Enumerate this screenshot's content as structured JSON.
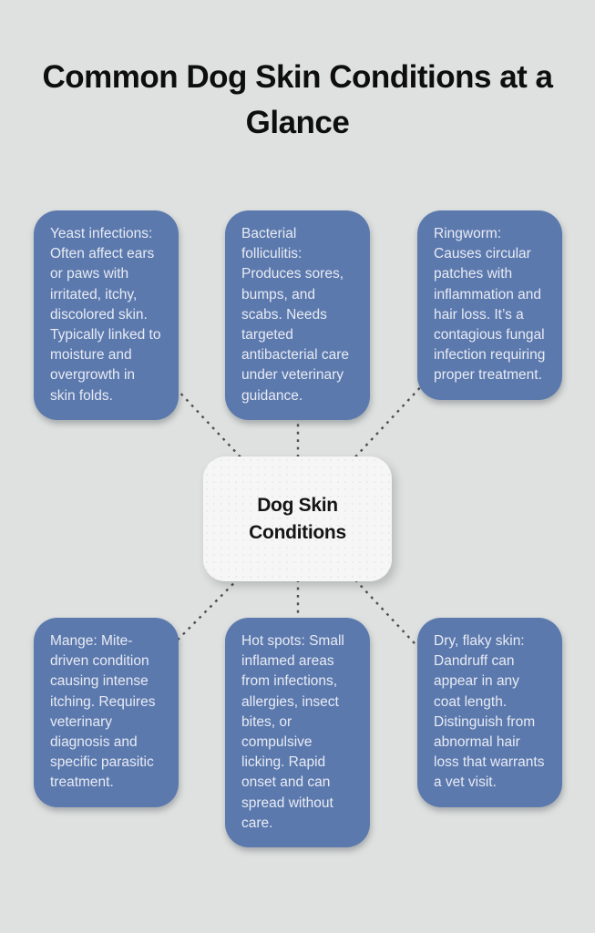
{
  "page": {
    "title": "Common Dog Skin Conditions at a Glance",
    "background_color": "#dee1df"
  },
  "diagram": {
    "center": {
      "label": "Dog Skin Conditions",
      "fill_color": "#f5f6f5",
      "text_color": "#151515"
    },
    "nodes": [
      {
        "id": "yeast-infections",
        "position": "top-left",
        "text": "Yeast infections: Often affect ears or paws with irritated, itchy, discolored skin. Typically linked to moisture and overgrowth in skin folds."
      },
      {
        "id": "bacterial-folliculitis",
        "position": "top-middle",
        "text": "Bacterial folliculitis: Produces sores, bumps, and scabs. Needs targeted antibacterial care under veterinary guidance."
      },
      {
        "id": "ringworm",
        "position": "top-right",
        "text": "Ringworm: Causes circular patches with inflammation and hair loss. It’s a contagious fungal infection requiring proper treatment."
      },
      {
        "id": "mange",
        "position": "bottom-left",
        "text": "Mange: Mite-driven condition causing intense itching. Requires veterinary diagnosis and specific parasitic treatment."
      },
      {
        "id": "hot-spots",
        "position": "bottom-middle",
        "text": "Hot spots: Small inflamed areas from infections, allergies, insect bites, or compulsive licking. Rapid onset and can spread without care."
      },
      {
        "id": "dry-flaky-skin",
        "position": "bottom-right",
        "text": "Dry, flaky skin: Dandruff can appear in any coat length. Distinguish from abnormal hair loss that warrants a vet visit."
      }
    ],
    "colors": {
      "node_fill": "#5c79ae",
      "node_text": "#e7ebf3",
      "connector": "#4e4e4e",
      "title_text": "#0e0e0e"
    },
    "connector_style": "dashed"
  }
}
